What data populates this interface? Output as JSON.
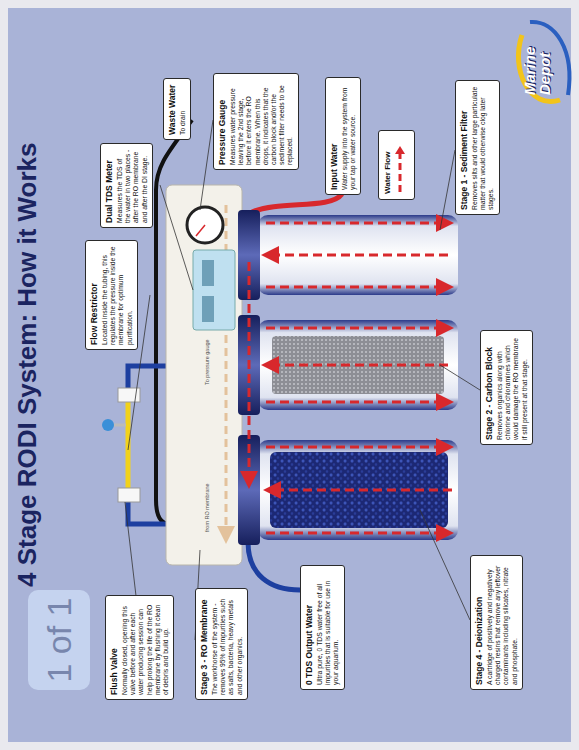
{
  "diagram": {
    "title": "4 Stage RODI System: How it Works",
    "nodes": [
      {
        "text": [
          "Flush Valve",
          "Normally closed, opening this valve before and after each water producing session can help prolong the life of the RO membrane by flushing it clean of debris and build up."
        ]
      },
      {
        "text": [
          "Flow Restrictor",
          "Located inside the tubing, this regulates the pressure inside the membrane for optimum purification."
        ]
      },
      {
        "text": [
          "Dual TDS Meter",
          "Measures the TDS of the water in two places - after the RO membrane and after the DI stage."
        ]
      },
      {
        "text": [
          "Waste Water",
          "To drain"
        ]
      },
      {
        "text": [
          "Stage 3 - RO Membrane",
          "The workhorse of the system - removes 95% of impurities such as salts, bacteria, heavy metals and other organics."
        ]
      },
      {
        "text": [
          "Pressure Gauge",
          "Measures water pressure leaving the 2nd stage, before it enters the RO membrane. When this drops, it indicates that the carbon block and/or the sediment filter needs to be replaced."
        ]
      },
      {
        "text": [
          "0 TDS Output Water",
          "Ultra pure, 0 TDS water free of all impurities that is suitable for use in your aquarium."
        ]
      },
      {
        "text": [
          "Input Water",
          "Water supply into the system from your tap or water source."
        ]
      },
      {
        "text": [
          "Stage 4 - Deionization",
          "A cartridge of positively and negatively charged resins that remove any leftover contaminants including silicates, nitrate and phosphate."
        ]
      },
      {
        "text": [
          "Stage 2 - Carbon Block",
          "Removes organics along with chlorine and chloramines which would damage the RO membrane if still present at that stage."
        ]
      },
      {
        "text": [
          "Stage 1 - Sediment Filter",
          "Removes silts and other large particulate matter that would otherwise clog later stages."
        ]
      }
    ],
    "labels": [
      "1 of 1",
      "Marine Depot",
      "from RO membrane",
      "To pressure gauge"
    ],
    "legend": [
      {
        "text": "Water Flow"
      }
    ]
  }
}
